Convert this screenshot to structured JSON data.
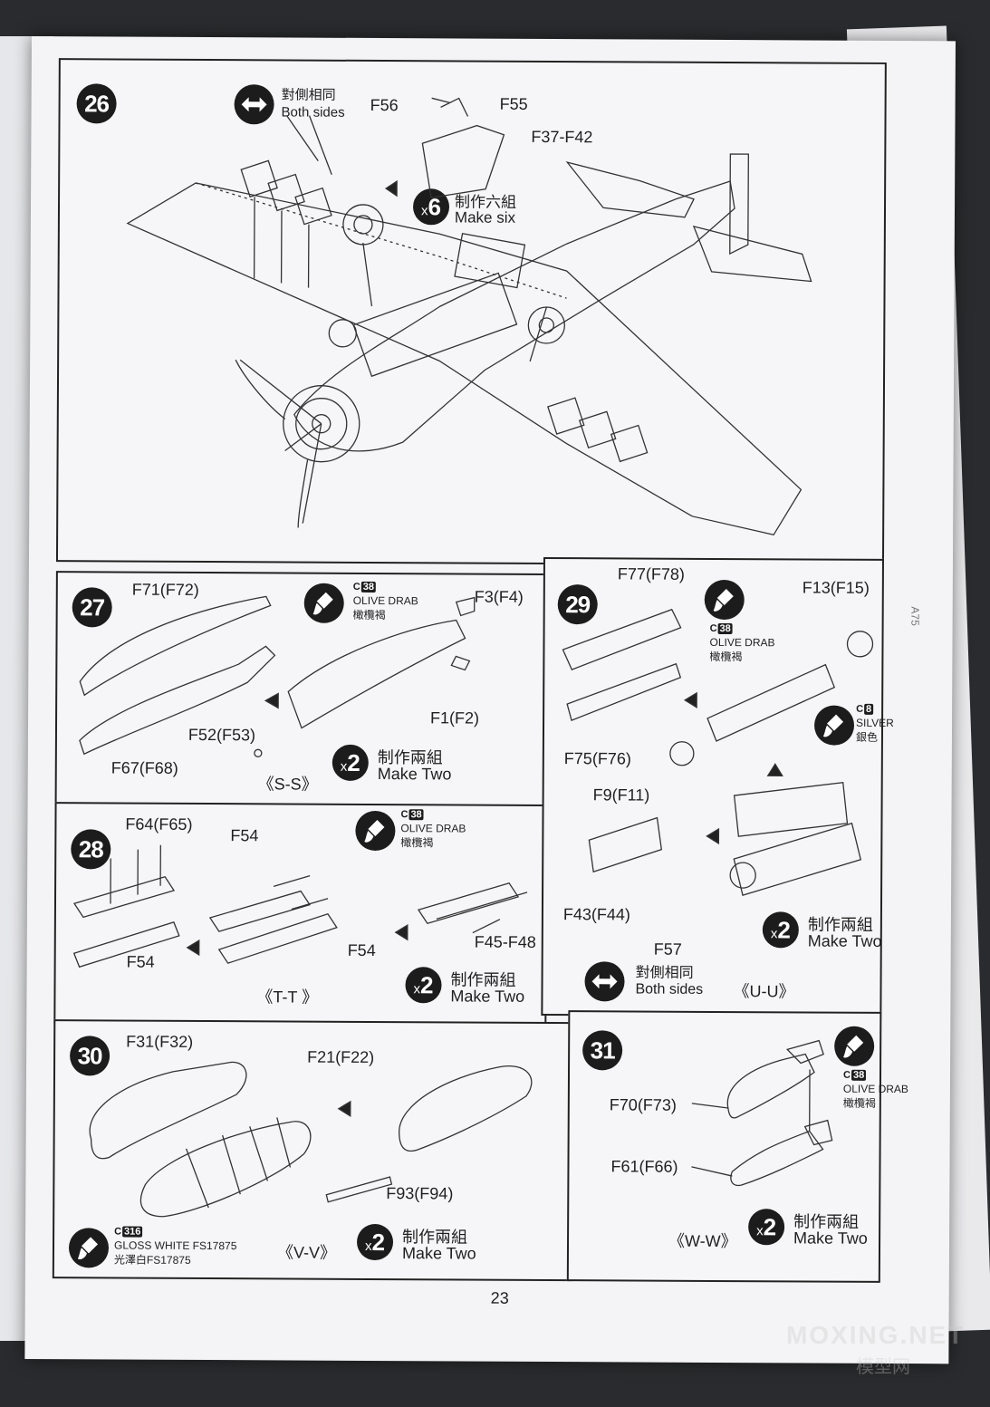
{
  "page_number": "23",
  "side_mark": "A75",
  "watermark": {
    "line1": "MOXING.NET",
    "line2": "模型网"
  },
  "common": {
    "make_two_zh": "制作兩組",
    "make_two_en": "Make Two",
    "x": "x",
    "two": "2",
    "both_sides_zh": "對側相同",
    "both_sides_en": "Both sides"
  },
  "step26": {
    "number": "26",
    "both_zh": "對側相同",
    "both_en": "Both sides",
    "f56": "F56",
    "f55": "F55",
    "f37": "F37-F42",
    "make_six_zh": "制作六組",
    "make_six_en": "Make six",
    "six": "6"
  },
  "step27": {
    "number": "27",
    "f71": "F71(F72)",
    "f67": "F67(F68)",
    "f52": "F52(F53)",
    "f3": "F3(F4)",
    "f1": "F1(F2)",
    "view": "《S-S》",
    "paint_code": "C",
    "paint_num": "38",
    "paint_en": "OLIVE DRAB",
    "paint_zh": "橄欖褐"
  },
  "step28": {
    "number": "28",
    "f64": "F64(F65)",
    "f54a": "F54",
    "f54b": "F54",
    "f54c": "F54",
    "f45": "F45-F48",
    "view": "《T-T 》",
    "paint_code": "C",
    "paint_num": "38",
    "paint_en": "OLIVE DRAB",
    "paint_zh": "橄欖褐"
  },
  "step29": {
    "number": "29",
    "f77": "F77(F78)",
    "f13": "F13(F15)",
    "f75": "F75(F76)",
    "f9": "F9(F11)",
    "f43": "F43(F44)",
    "f57": "F57",
    "view": "《U-U》",
    "paint1_code": "C",
    "paint1_num": "38",
    "paint1_en": "OLIVE DRAB",
    "paint1_zh": "橄欖褐",
    "paint2_code": "C",
    "paint2_num": "8",
    "paint2_en": "SILVER",
    "paint2_zh": "銀色"
  },
  "step30": {
    "number": "30",
    "f31": "F31(F32)",
    "f21": "F21(F22)",
    "f93": "F93(F94)",
    "view": "《V-V》",
    "paint_code": "C",
    "paint_num": "316",
    "paint_en": "GLOSS WHITE FS17875",
    "paint_zh": "光澤白FS17875"
  },
  "step31": {
    "number": "31",
    "f70": "F70(F73)",
    "f61": "F61(F66)",
    "view": "《W-W》",
    "paint_code": "C",
    "paint_num": "38",
    "paint_en": "OLIVE DRAB",
    "paint_zh": "橄欖褐"
  }
}
